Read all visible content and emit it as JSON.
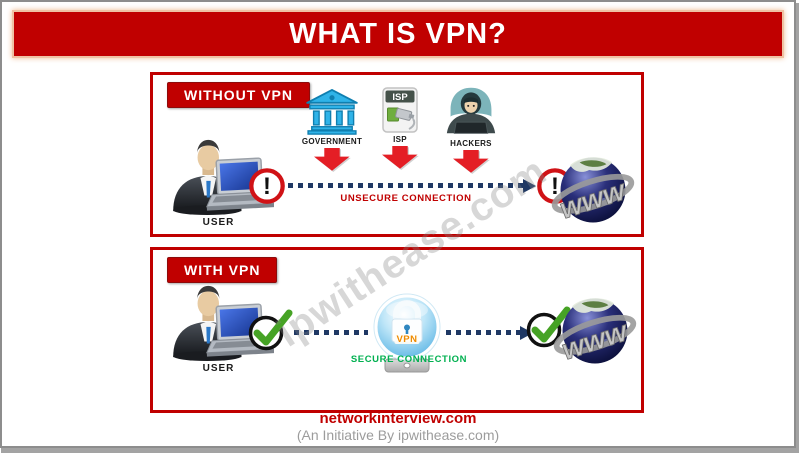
{
  "title": "WHAT IS VPN?",
  "panel_without": {
    "label": "WITHOUT VPN",
    "threats": [
      {
        "name": "government",
        "label": "GOVERNMENT"
      },
      {
        "name": "isp",
        "label": "ISP",
        "badge": "ISP"
      },
      {
        "name": "hackers",
        "label": "HACKERS"
      }
    ],
    "user_label": "USER",
    "connection_label": "UNSECURE CONNECTION",
    "warning_glyph": "!",
    "globe_label": "www"
  },
  "panel_with": {
    "label": "WITH VPN",
    "user_label": "USER",
    "connection_label": "SECURE CONNECTION",
    "vpn_badge": "VPN",
    "globe_label": "www"
  },
  "watermark": "ipwithease.com",
  "footer": {
    "site": "networkinterview.com",
    "initiative": "(An Initiative By ipwithease.com)"
  },
  "colors": {
    "brand_red": "#C00000",
    "arrow_red": "#E41E25",
    "connection_navy": "#1F3864",
    "secure_green": "#00B050"
  }
}
